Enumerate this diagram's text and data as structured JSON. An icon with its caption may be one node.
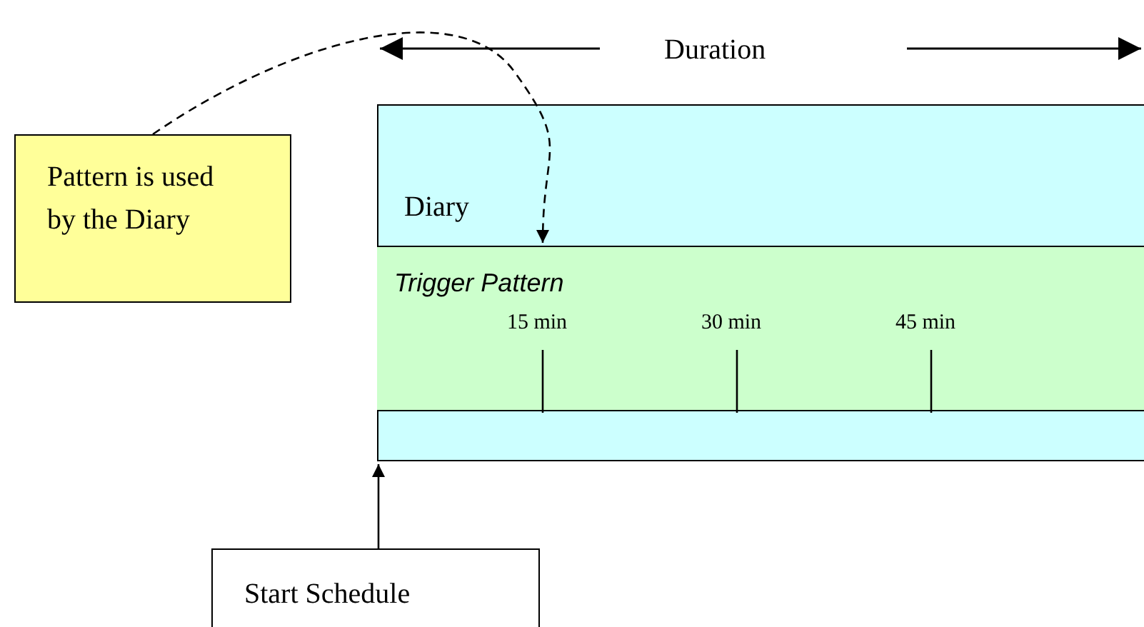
{
  "diagram": {
    "nodes": [
      {
        "text": [
          "Pattern is used by the Diary"
        ]
      },
      {
        "text": [
          "Diary"
        ]
      },
      {
        "text": [
          "Trigger Pattern",
          "15 min",
          "30 min",
          "45 min"
        ],
        "in": 1
      },
      {
        "text": [
          "Start Schedule"
        ]
      }
    ],
    "edges": [
      {
        "from": 0,
        "to": 2,
        "arrow": "to",
        "style": "dashed"
      },
      {
        "from": 3,
        "to": 1,
        "arrow": "to"
      }
    ],
    "labels": [
      "Duration"
    ]
  }
}
